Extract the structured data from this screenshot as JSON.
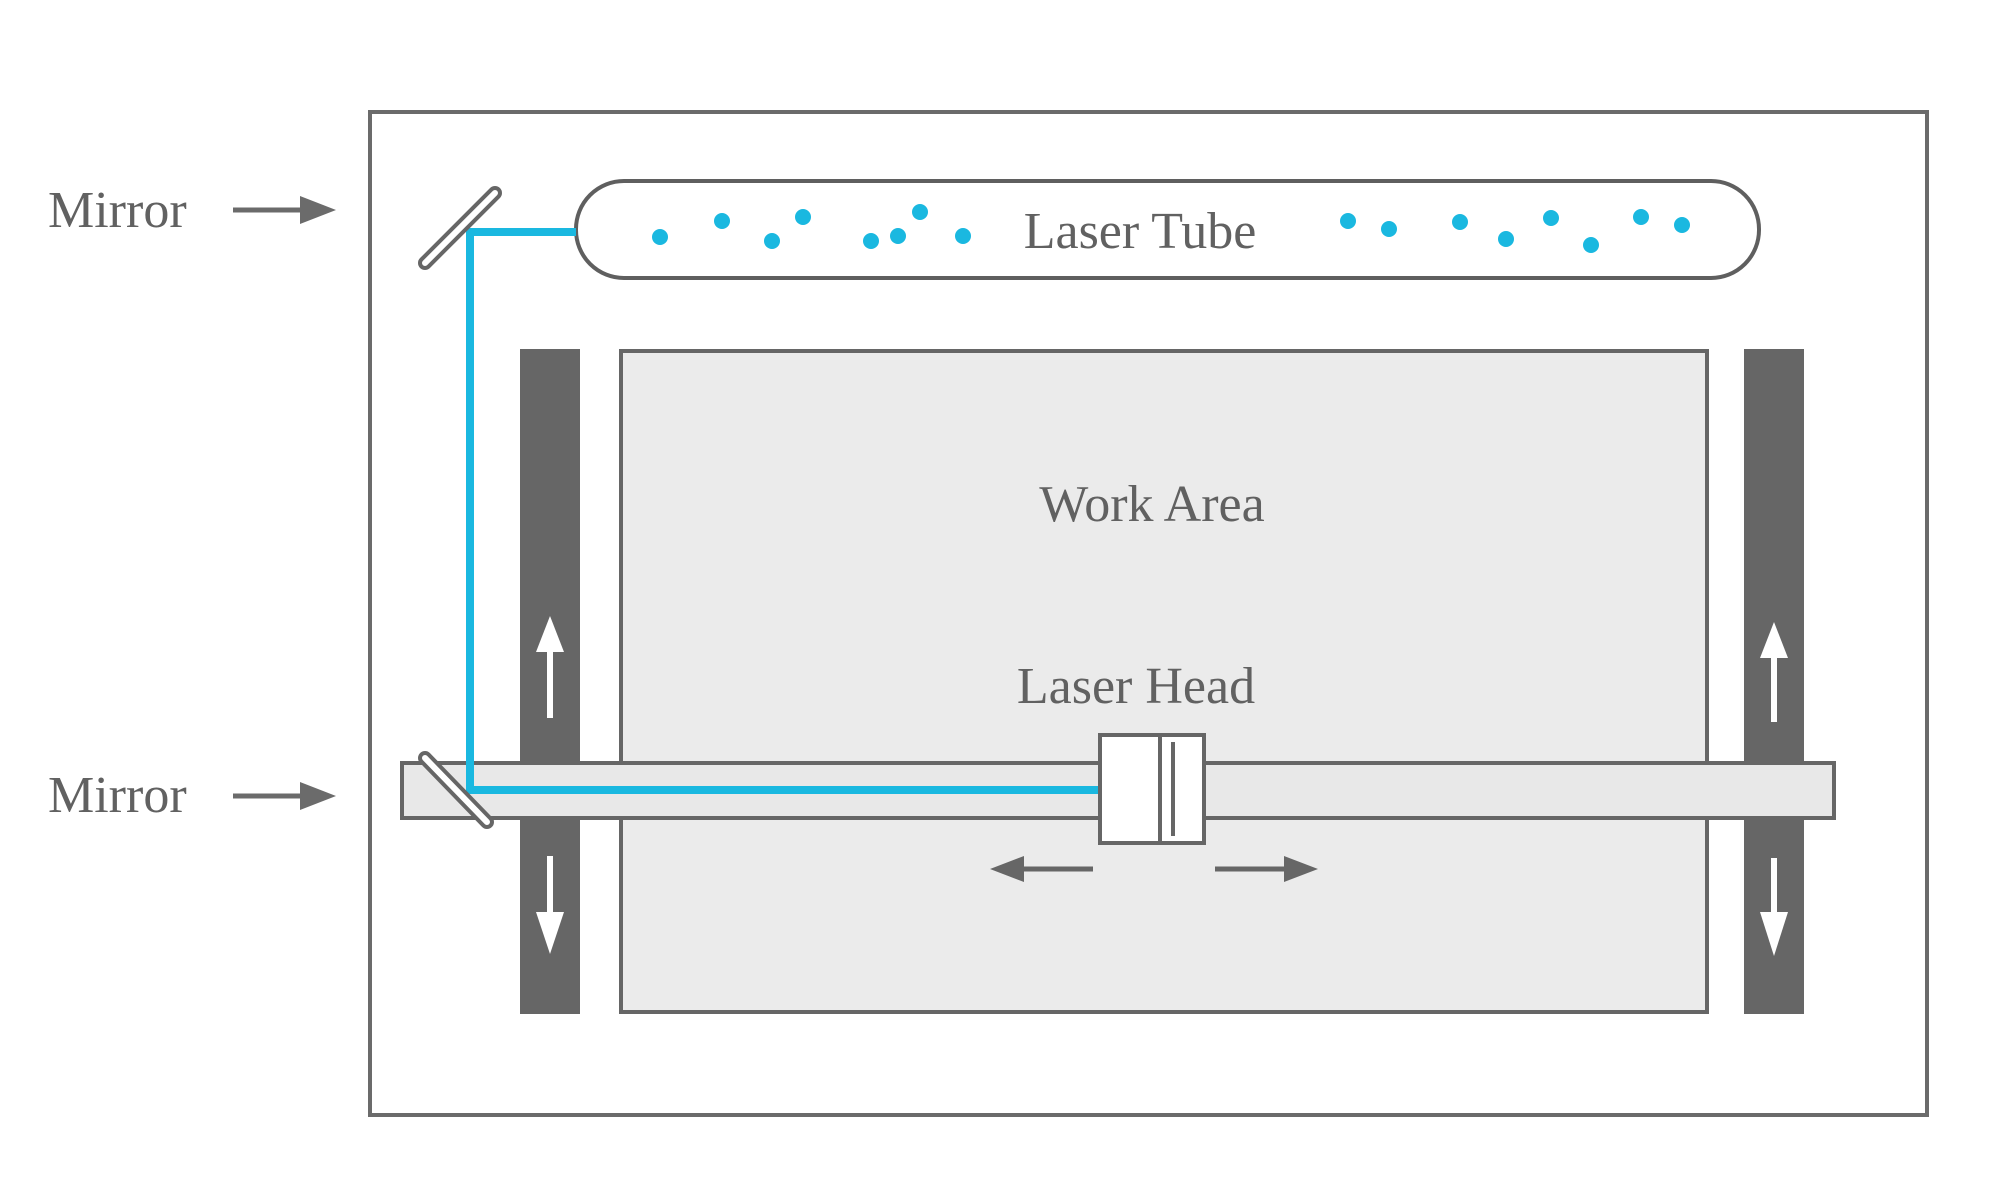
{
  "labels": {
    "mirror_top": "Mirror",
    "mirror_bottom": "Mirror",
    "laser_tube": "Laser Tube",
    "work_area": "Work Area",
    "laser_head": "Laser Head"
  },
  "colors": {
    "beam": "#1AB8E0",
    "frame": "#6B6B6B",
    "rail": "#666666",
    "work_area_fill": "#EBEBEB",
    "gantry_fill": "#E8E8E8",
    "text": "#616161"
  }
}
